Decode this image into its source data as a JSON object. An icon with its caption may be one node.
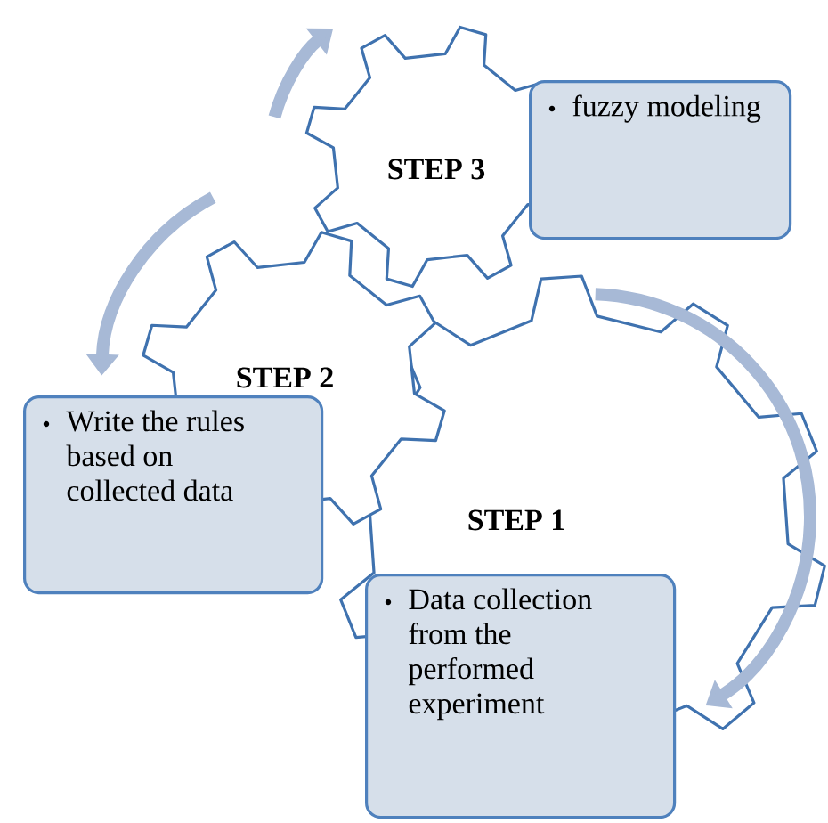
{
  "diagram": {
    "nodes": [
      {
        "text": [
          "STEP 3"
        ]
      },
      {
        "text": [
          "fuzzy modeling"
        ]
      },
      {
        "text": [
          "STEP 2"
        ]
      },
      {
        "text": [
          "Write the rules based on collected data"
        ]
      },
      {
        "text": [
          "STEP 1"
        ]
      },
      {
        "text": [
          "Data collection from the performed experiment"
        ]
      }
    ]
  }
}
